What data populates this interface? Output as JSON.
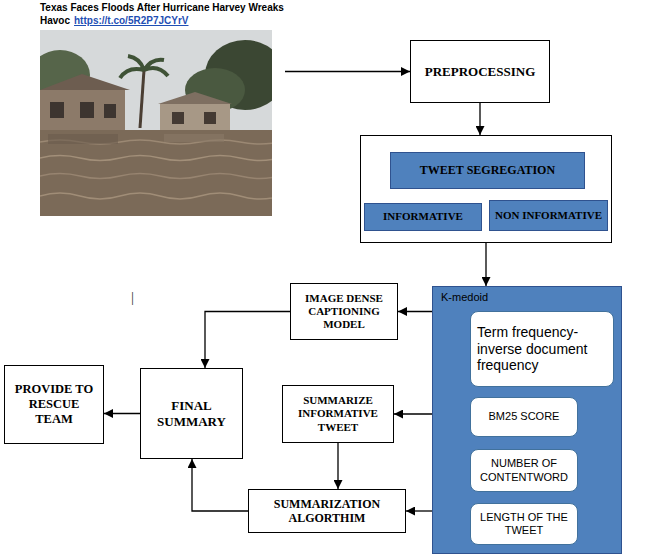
{
  "diagram": {
    "nodes": [
      {
        "text": [
          "Texas Faces Floods After Hurricane Harvey Wreaks Havoc",
          "https://t.co/5R2P7JCYrV"
        ]
      },
      {
        "text": [
          "PREPROCESSING"
        ]
      },
      {
        "text": []
      },
      {
        "text": [
          "TWEET SEGREGATION"
        ],
        "in": 2
      },
      {
        "text": [
          "INFORMATIVE"
        ],
        "in": 2
      },
      {
        "text": [
          "NON INFORMATIVE"
        ],
        "in": 2
      },
      {
        "text": [
          "K-medoid"
        ]
      },
      {
        "text": [
          "Term frequency-inverse document frequency"
        ],
        "in": 6
      },
      {
        "text": [
          "BM25 SCORE"
        ],
        "in": 6
      },
      {
        "text": [
          "NUMBER OF CONTENTWORD"
        ],
        "in": 6
      },
      {
        "text": [
          "LENGTH OF THE TWEET"
        ],
        "in": 6
      },
      {
        "text": [
          "IMAGE DENSE CAPTIONING MODEL"
        ]
      },
      {
        "text": [
          "SUMMARIZE INFORMATIVE TWEET"
        ]
      },
      {
        "text": [
          "SUMMARIZATION ALGORTHIM"
        ]
      },
      {
        "text": [
          "FINAL SUMMARY"
        ]
      },
      {
        "text": [
          "PROVIDE TO RESCUE TEAM"
        ]
      }
    ],
    "edges": [
      {
        "from": 0,
        "to": 1,
        "arrow": "to"
      },
      {
        "from": 1,
        "to": 2,
        "arrow": "to"
      },
      {
        "from": 2,
        "to": 6,
        "arrow": "to"
      },
      {
        "from": 6,
        "to": 11,
        "arrow": "to"
      },
      {
        "from": 11,
        "to": 14,
        "arrow": "to"
      },
      {
        "from": 6,
        "to": 12,
        "arrow": "to"
      },
      {
        "from": 12,
        "to": 13,
        "arrow": "to"
      },
      {
        "from": 6,
        "to": 13,
        "arrow": "to"
      },
      {
        "from": 13,
        "to": 14,
        "arrow": "to"
      },
      {
        "from": 14,
        "to": 15,
        "arrow": "to"
      }
    ],
    "labels": [
      "|"
    ]
  }
}
